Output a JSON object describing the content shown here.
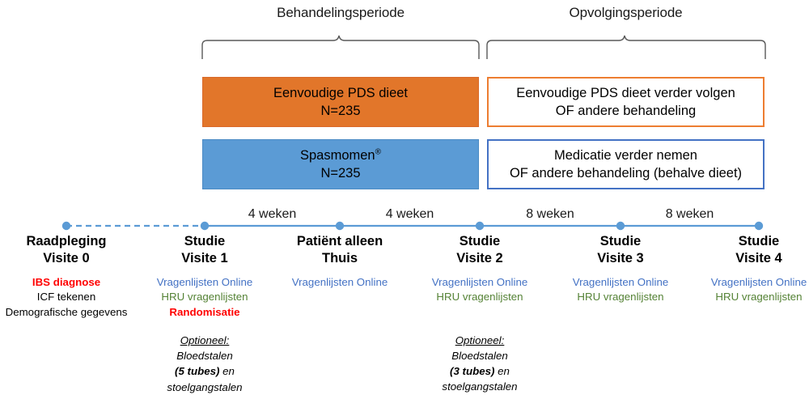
{
  "periods": [
    {
      "id": "treatment",
      "label": "Behandelingsperiode"
    },
    {
      "id": "followup",
      "label": "Opvolgingsperiode"
    }
  ],
  "arms": {
    "diet": {
      "treatment": {
        "line1": "Eenvoudige PDS dieet",
        "line2": "N=235",
        "fill": "#E2762A"
      },
      "followup": {
        "line1": "Eenvoudige PDS dieet verder volgen",
        "line2": "OF andere behandeling",
        "border": "#ED7D31"
      }
    },
    "drug": {
      "treatment": {
        "line1": "Spasmomen",
        "mark": "®",
        "line2": "N=235",
        "fill": "#5B9BD5"
      },
      "followup": {
        "line1": "Medicatie verder nemen",
        "line2": "OF andere behandeling (behalve dieet)",
        "border": "#4472C4"
      }
    }
  },
  "intervals": [
    {
      "label": "4 weken"
    },
    {
      "label": "4 weken"
    },
    {
      "label": "8 weken"
    },
    {
      "label": "8 weken"
    }
  ],
  "visits": [
    {
      "id": "visite-0",
      "title_line1": "Raadpleging",
      "title_line2": "Visite 0",
      "items": [
        {
          "text": "IBS diagnose",
          "color": "red"
        },
        {
          "text": "ICF tekenen",
          "color": "black"
        },
        {
          "text": "Demografische gegevens",
          "color": "black"
        }
      ],
      "optional": null
    },
    {
      "id": "visite-1",
      "title_line1": "Studie",
      "title_line2": "Visite 1",
      "items": [
        {
          "text": "Vragenlijsten Online",
          "color": "blue"
        },
        {
          "text": "HRU vragenlijsten",
          "color": "green"
        },
        {
          "text": "Randomisatie",
          "color": "red"
        }
      ],
      "optional": {
        "head": "Optioneel:",
        "line1": "Bloedstalen",
        "line2_bold": "(5 tubes)",
        "line2_rest": " en",
        "line3": "stoelgangstalen"
      }
    },
    {
      "id": "patient-thuis",
      "title_line1": "Patiënt alleen",
      "title_line2": "Thuis",
      "items": [
        {
          "text": "Vragenlijsten Online",
          "color": "blue"
        }
      ],
      "optional": null
    },
    {
      "id": "visite-2",
      "title_line1": "Studie",
      "title_line2": "Visite 2",
      "items": [
        {
          "text": "Vragenlijsten Online",
          "color": "blue"
        },
        {
          "text": "HRU vragenlijsten",
          "color": "green"
        }
      ],
      "optional": {
        "head": "Optioneel:",
        "line1": "Bloedstalen",
        "line2_bold": "(3 tubes)",
        "line2_rest": " en",
        "line3": "stoelgangstalen"
      }
    },
    {
      "id": "visite-3",
      "title_line1": "Studie",
      "title_line2": "Visite 3",
      "items": [
        {
          "text": "Vragenlijsten Online",
          "color": "blue"
        },
        {
          "text": "HRU vragenlijsten",
          "color": "green"
        }
      ],
      "optional": null
    },
    {
      "id": "visite-4",
      "title_line1": "Studie",
      "title_line2": "Visite 4",
      "items": [
        {
          "text": "Vragenlijsten Online",
          "color": "blue"
        },
        {
          "text": "HRU vragenlijsten",
          "color": "green"
        }
      ],
      "optional": null
    }
  ],
  "colors": {
    "timeline": "#5B9BD5",
    "orange_fill": "#E2762A",
    "orange_border": "#ED7D31",
    "blue_fill": "#5B9BD5",
    "blue_border": "#4472C4",
    "text_blue": "#4472C4",
    "text_green": "#548235",
    "text_red": "#FF0000"
  }
}
